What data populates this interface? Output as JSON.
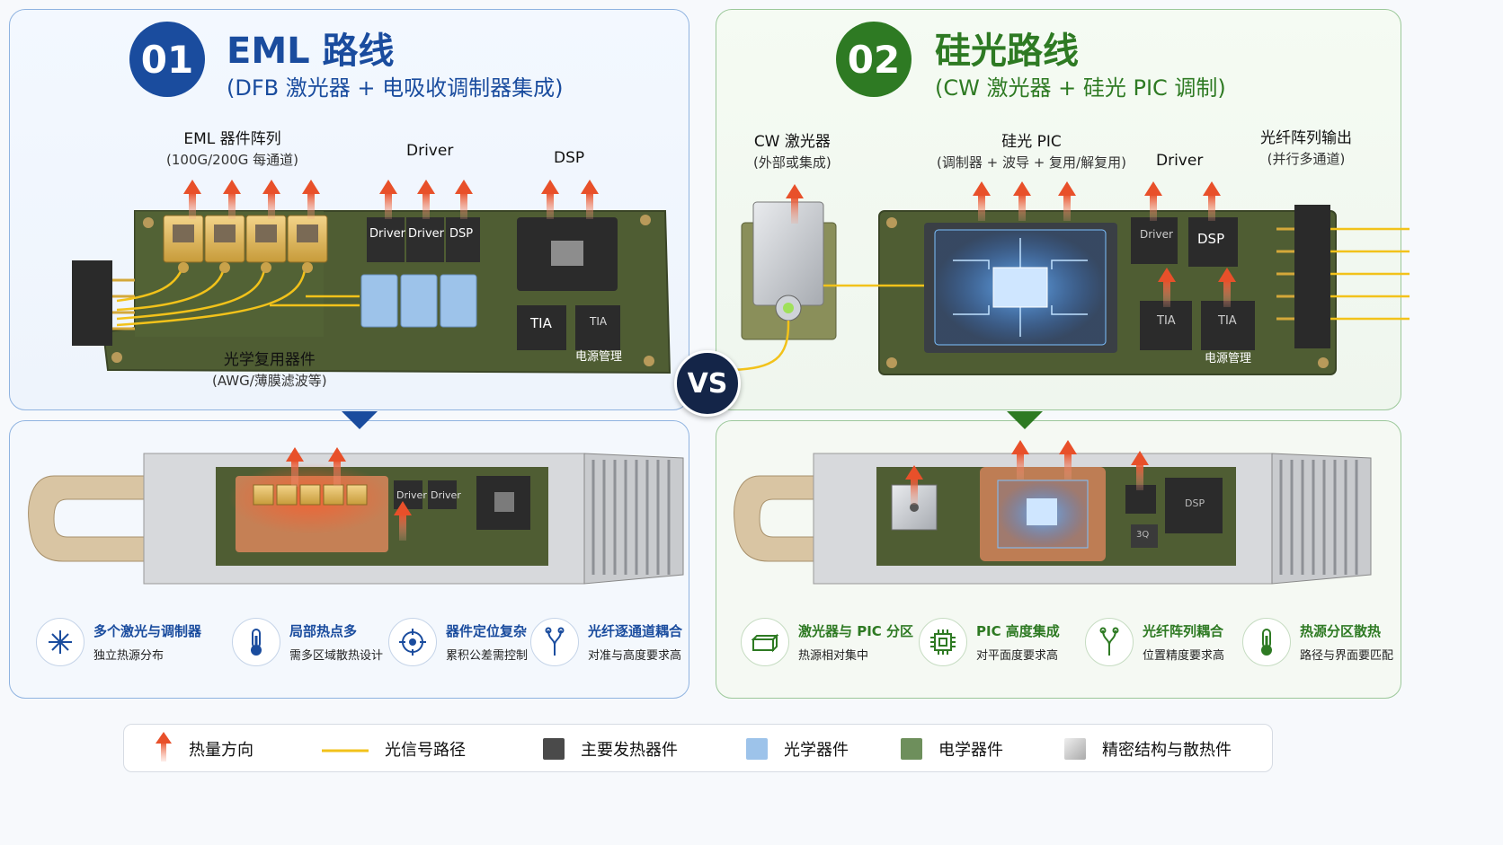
{
  "left": {
    "badge": "01",
    "title": "EML 路线",
    "subtitle": "(DFB 激光器 + 电吸收调制器集成)",
    "labels": {
      "array_title": "EML 器件阵列",
      "array_sub": "(100G/200G 每通道)",
      "driver": "Driver",
      "dsp": "DSP",
      "mux_title": "光学复用器件",
      "mux_sub": "(AWG/薄膜滤波等)"
    },
    "chips": {
      "driver1": "Driver",
      "driver2": "Driver",
      "dsp_small": "DSP",
      "tia": "TIA",
      "tia2": "TIA",
      "power": "电源管理"
    },
    "module_chips": {
      "driver1": "Driver",
      "driver2": "Driver"
    },
    "features": [
      {
        "icon": "starburst-icon",
        "title": "多个激光与调制器",
        "desc": "独立热源分布"
      },
      {
        "icon": "thermometer-icon",
        "title": "局部热点多",
        "desc": "需多区域散热设计"
      },
      {
        "icon": "crosshair-icon",
        "title": "器件定位复杂",
        "desc": "累积公差需控制"
      },
      {
        "icon": "fiber-coupling-icon",
        "title": "光纤逐通道耦合",
        "desc": "对准与高度要求高"
      }
    ]
  },
  "right": {
    "badge": "02",
    "title": "硅光路线",
    "subtitle": "(CW 激光器 + 硅光 PIC 调制)",
    "labels": {
      "cw_title": "CW 激光器",
      "cw_sub": "(外部或集成)",
      "pic_title": "硅光 PIC",
      "pic_sub": "(调制器 + 波导 + 复用/解复用)",
      "driver": "Driver",
      "fiber_title": "光纤阵列输出",
      "fiber_sub": "(并行多通道)"
    },
    "chips": {
      "driver": "Driver",
      "dsp": "DSP",
      "tia1": "TIA",
      "tia2": "TIA",
      "power": "电源管理"
    },
    "module_chips": {
      "dsp": "DSP",
      "misc": "3Q"
    },
    "features": [
      {
        "icon": "laser-box-icon",
        "title": "激光器与 PIC 分区",
        "desc": "热源相对集中"
      },
      {
        "icon": "chip-icon",
        "title": "PIC 高度集成",
        "desc": "对平面度要求高"
      },
      {
        "icon": "fiber-coupling-icon",
        "title": "光纤阵列耦合",
        "desc": "位置精度要求高"
      },
      {
        "icon": "thermometer-icon",
        "title": "热源分区散热",
        "desc": "路径与界面要匹配"
      }
    ]
  },
  "vs": "VS",
  "legend": [
    {
      "icon": "heat-arrow-icon",
      "label": "热量方向"
    },
    {
      "icon": "signal-line-icon",
      "label": "光信号路径"
    },
    {
      "icon": "dark-swatch-icon",
      "label": "主要发热器件",
      "color": "#4a4a4a"
    },
    {
      "icon": "blue-swatch-icon",
      "label": "光学器件",
      "color": "#9dc3ea"
    },
    {
      "icon": "green-swatch-icon",
      "label": "电学器件",
      "color": "#6e8f5c"
    },
    {
      "icon": "gray-swatch-icon",
      "label": "精密结构与散热件",
      "color": "#c9c9c9"
    }
  ],
  "colors": {
    "blue": "#1a4c9e",
    "green": "#2e7a23",
    "heat": "#e8502a",
    "signal": "#f2c21a",
    "pcb": "#4f5d33"
  }
}
